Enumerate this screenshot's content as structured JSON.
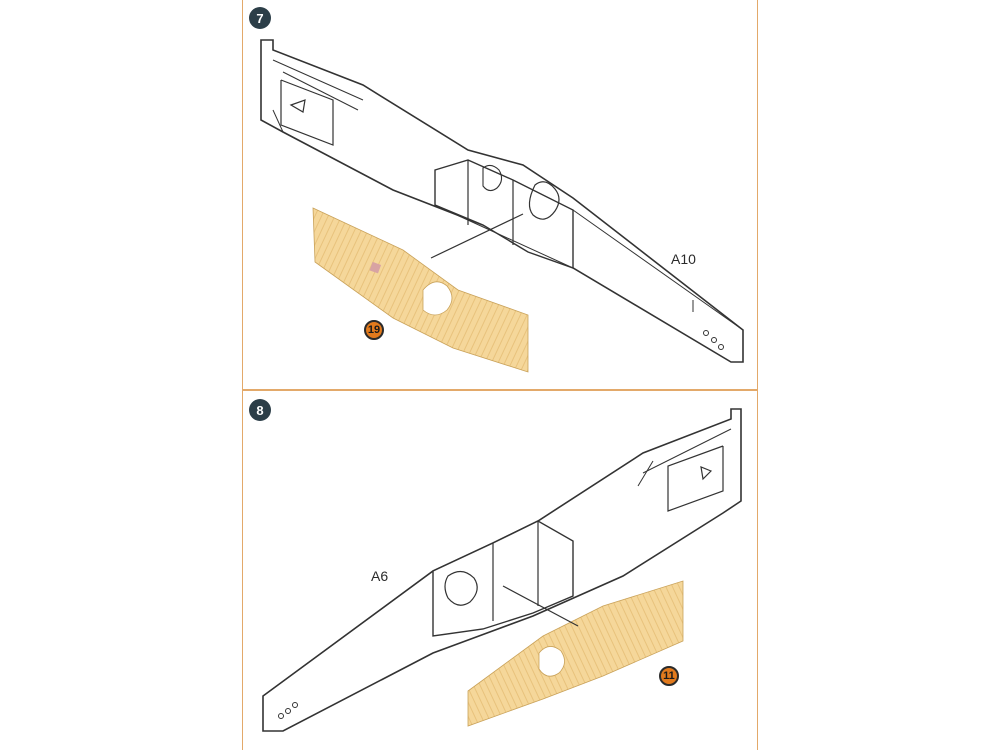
{
  "steps": [
    {
      "number": "7",
      "part_label": "A10",
      "ref_number": "19"
    },
    {
      "number": "8",
      "part_label": "A6",
      "ref_number": "11"
    }
  ],
  "colors": {
    "panel_border": "#e3a96a",
    "step_badge": "#2c3e48",
    "wood_veneer": "#f5d79a",
    "ref_badge": "#e27a1d",
    "line": "#333333"
  }
}
